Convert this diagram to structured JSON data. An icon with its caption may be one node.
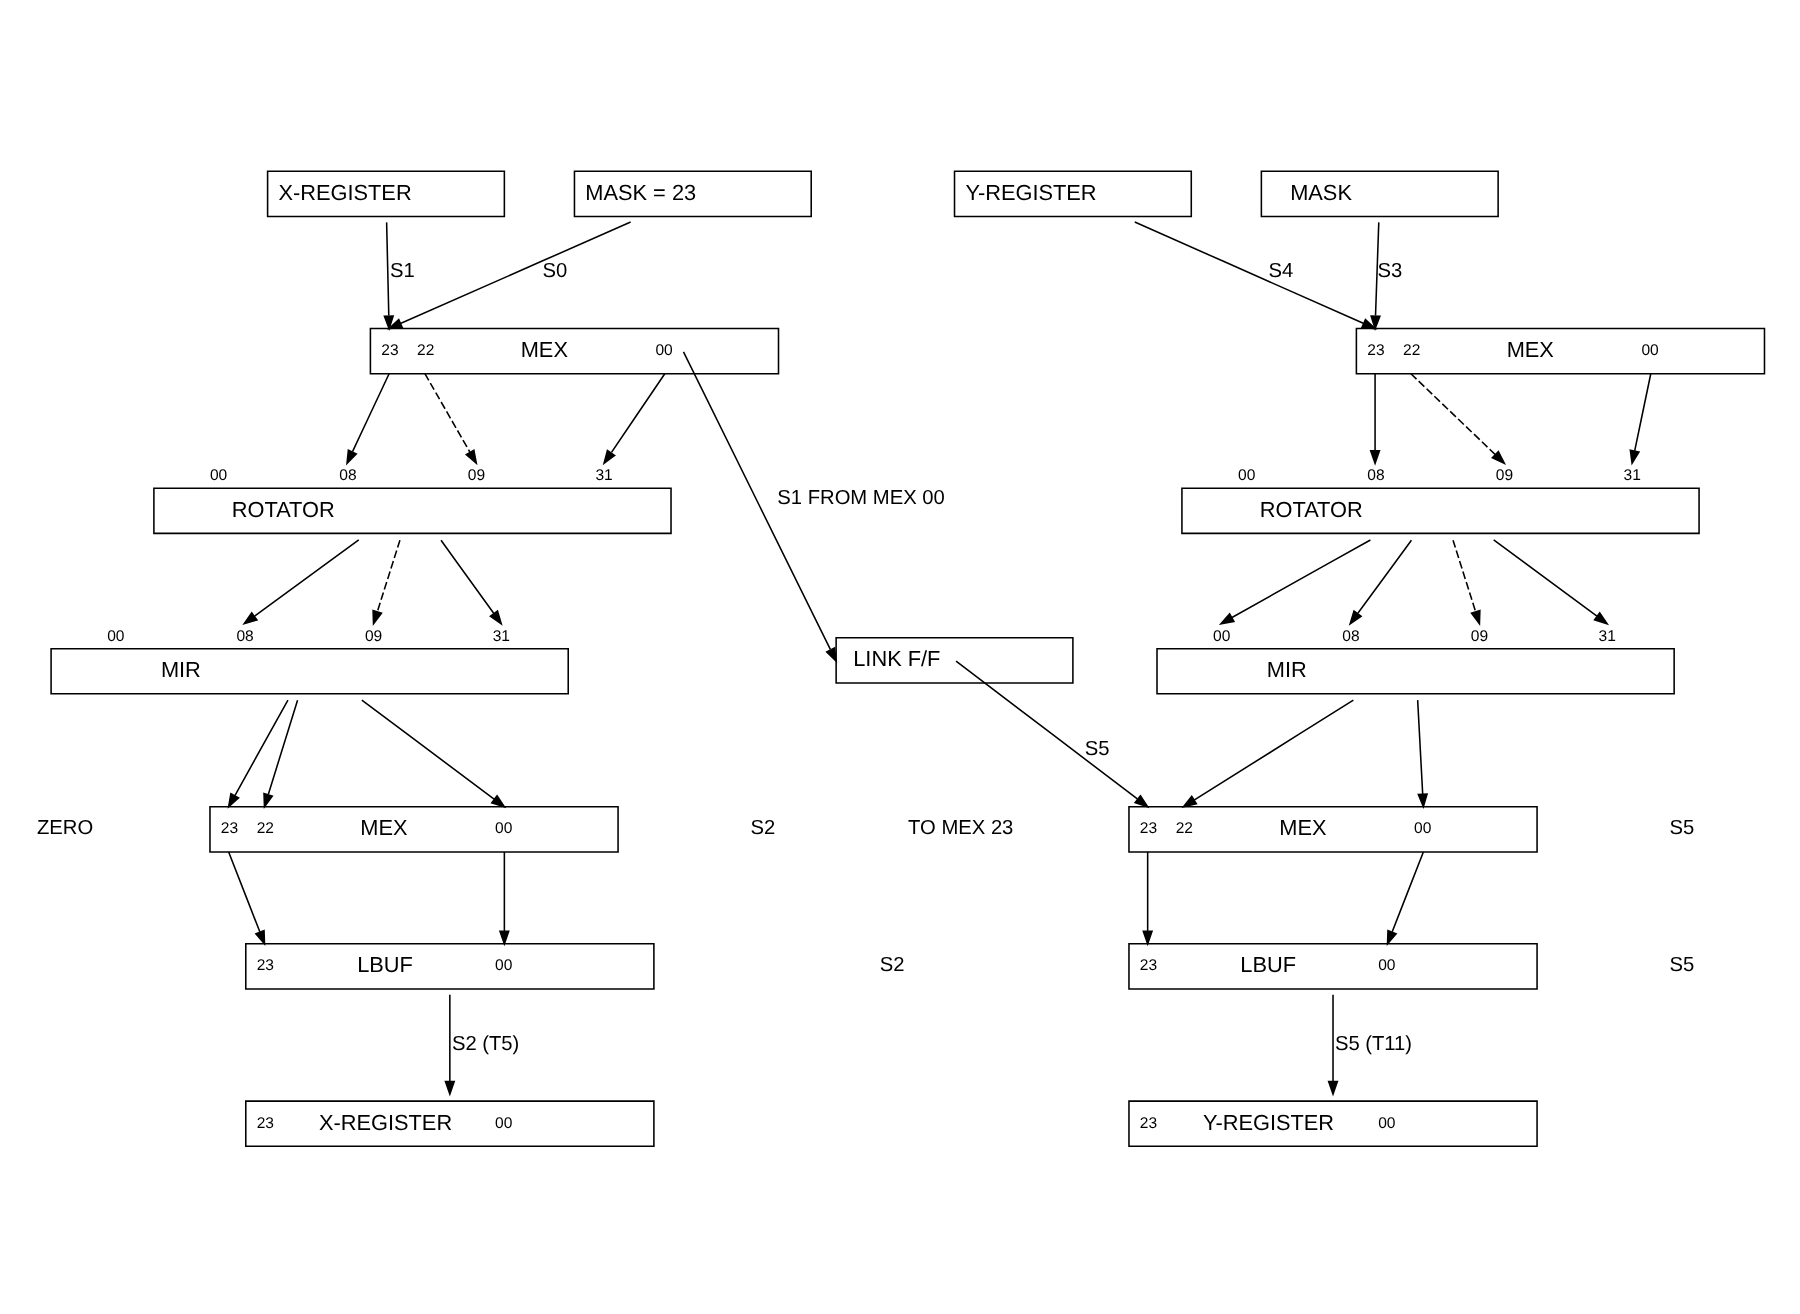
{
  "diagram": {
    "nodes": [
      {
        "text": [
          "X-REGISTER"
        ]
      },
      {
        "text": [
          "MASK = 23"
        ]
      },
      {
        "text": [
          "Y-REGISTER"
        ]
      },
      {
        "text": [
          "MASK"
        ]
      },
      {
        "text": [
          "23",
          "22",
          "MEX",
          "00"
        ]
      },
      {
        "text": [
          "ROTATOR"
        ],
        "beside": [
          "00",
          "08",
          "09",
          "31"
        ]
      },
      {
        "text": [
          "MIR"
        ],
        "beside": [
          "00",
          "08",
          "09",
          "31"
        ]
      },
      {
        "text": [
          "LINK F/F"
        ]
      },
      {
        "text": [
          "23",
          "22",
          "MEX",
          "00"
        ]
      },
      {
        "text": [
          "ROTATOR"
        ],
        "beside": [
          "00",
          "08",
          "09",
          "31"
        ]
      },
      {
        "text": [
          "MIR"
        ],
        "beside": [
          "00",
          "08",
          "09",
          "31"
        ]
      },
      {
        "text": [
          "23",
          "22",
          "MEX",
          "00"
        ]
      },
      {
        "text": [
          "23",
          "LBUF",
          "00"
        ]
      },
      {
        "text": [
          "23",
          "X-REGISTER",
          "00"
        ]
      },
      {
        "text": [
          "23",
          "22",
          "MEX",
          "00"
        ]
      },
      {
        "text": [
          "23",
          "LBUF",
          "00"
        ]
      },
      {
        "text": [
          "23",
          "Y-REGISTER",
          "00"
        ]
      }
    ],
    "edges": [
      {
        "from": 0,
        "to": 4,
        "arrow": "to",
        "label": "S1"
      },
      {
        "from": 1,
        "to": 4,
        "arrow": "to",
        "label": "S0"
      },
      {
        "from": 2,
        "to": 8,
        "arrow": "to",
        "label": "S4"
      },
      {
        "from": 3,
        "to": 8,
        "arrow": "to",
        "label": "S3"
      },
      {
        "from": 4,
        "to": 5,
        "arrow": "to"
      },
      {
        "from": 4,
        "to": 5,
        "arrow": "to",
        "style": "dashed"
      },
      {
        "from": 4,
        "to": 5,
        "arrow": "to"
      },
      {
        "from": 4,
        "to": 7,
        "arrow": "to",
        "label": "S1 FROM MEX 00"
      },
      {
        "from": 5,
        "to": 6,
        "arrow": "to"
      },
      {
        "from": 5,
        "to": 6,
        "arrow": "to",
        "style": "dashed"
      },
      {
        "from": 5,
        "to": 6,
        "arrow": "to"
      },
      {
        "from": 8,
        "to": 9,
        "arrow": "to"
      },
      {
        "from": 8,
        "to": 9,
        "arrow": "to",
        "style": "dashed"
      },
      {
        "from": 8,
        "to": 9,
        "arrow": "to"
      },
      {
        "from": 9,
        "to": 10,
        "arrow": "to"
      },
      {
        "from": 9,
        "to": 10,
        "arrow": "to"
      },
      {
        "from": 9,
        "to": 10,
        "arrow": "to",
        "style": "dashed"
      },
      {
        "from": 9,
        "to": 10,
        "arrow": "to"
      },
      {
        "from": 6,
        "to": 11,
        "arrow": "to"
      },
      {
        "from": 6,
        "to": 11,
        "arrow": "to"
      },
      {
        "from": 6,
        "to": 11,
        "arrow": "to"
      },
      {
        "from": 7,
        "to": 14,
        "arrow": "to",
        "label": "S5"
      },
      {
        "from": 10,
        "to": 14,
        "arrow": "to"
      },
      {
        "from": 10,
        "to": 14,
        "arrow": "to"
      },
      {
        "from": 11,
        "to": 12,
        "arrow": "to"
      },
      {
        "from": 11,
        "to": 12,
        "arrow": "to"
      },
      {
        "from": 12,
        "to": 13,
        "arrow": "to",
        "label": "S2 (T5)"
      },
      {
        "from": 14,
        "to": 15,
        "arrow": "to"
      },
      {
        "from": 14,
        "to": 15,
        "arrow": "to"
      },
      {
        "from": 15,
        "to": 16,
        "arrow": "to",
        "label": "S5 (T11)"
      }
    ],
    "labels": [
      "ZERO",
      "S2",
      "S2",
      "S5",
      "TO MEX 23",
      "S5"
    ]
  }
}
